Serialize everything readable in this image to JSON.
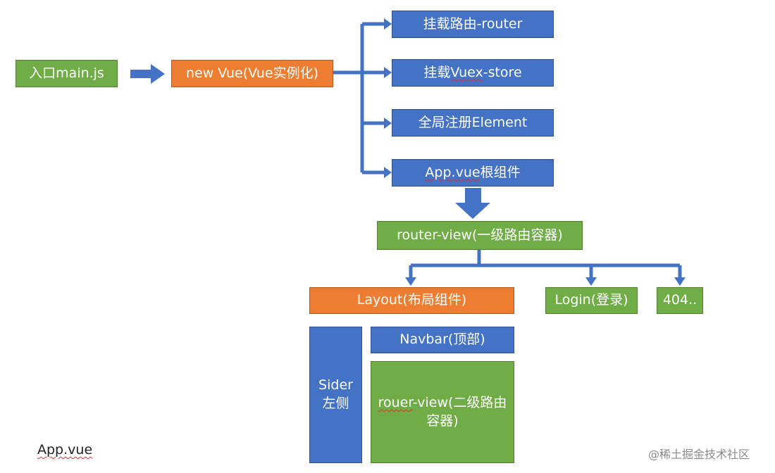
{
  "nodes": {
    "entry": "入口main.js",
    "new_vue": "new Vue(Vue实例化)",
    "router": "挂载路由-router",
    "vuex_prefix": "挂载",
    "vuex_squiggle": "Vuex",
    "vuex_suffix": "-store",
    "element": "全局注册Element",
    "app_squiggle": "App.vue",
    "app_suffix": "根组件",
    "router_view": "router-view(一级路由容器)",
    "layout": "Layout(布局组件)",
    "login": "Login(登录)",
    "not_found": "404..",
    "navbar": "Navbar(顶部)",
    "sider_line1": "Sider",
    "sider_line2": "左侧",
    "sub_view_squiggle": "rouer",
    "sub_view_rest": "-view(二级路由容器)"
  },
  "caption": "App.vue",
  "watermark": "@稀土掘金技术社区",
  "colors": {
    "green": "#70ad47",
    "orange": "#ed7d31",
    "blue": "#4472c4",
    "connector": "#4472c4"
  }
}
